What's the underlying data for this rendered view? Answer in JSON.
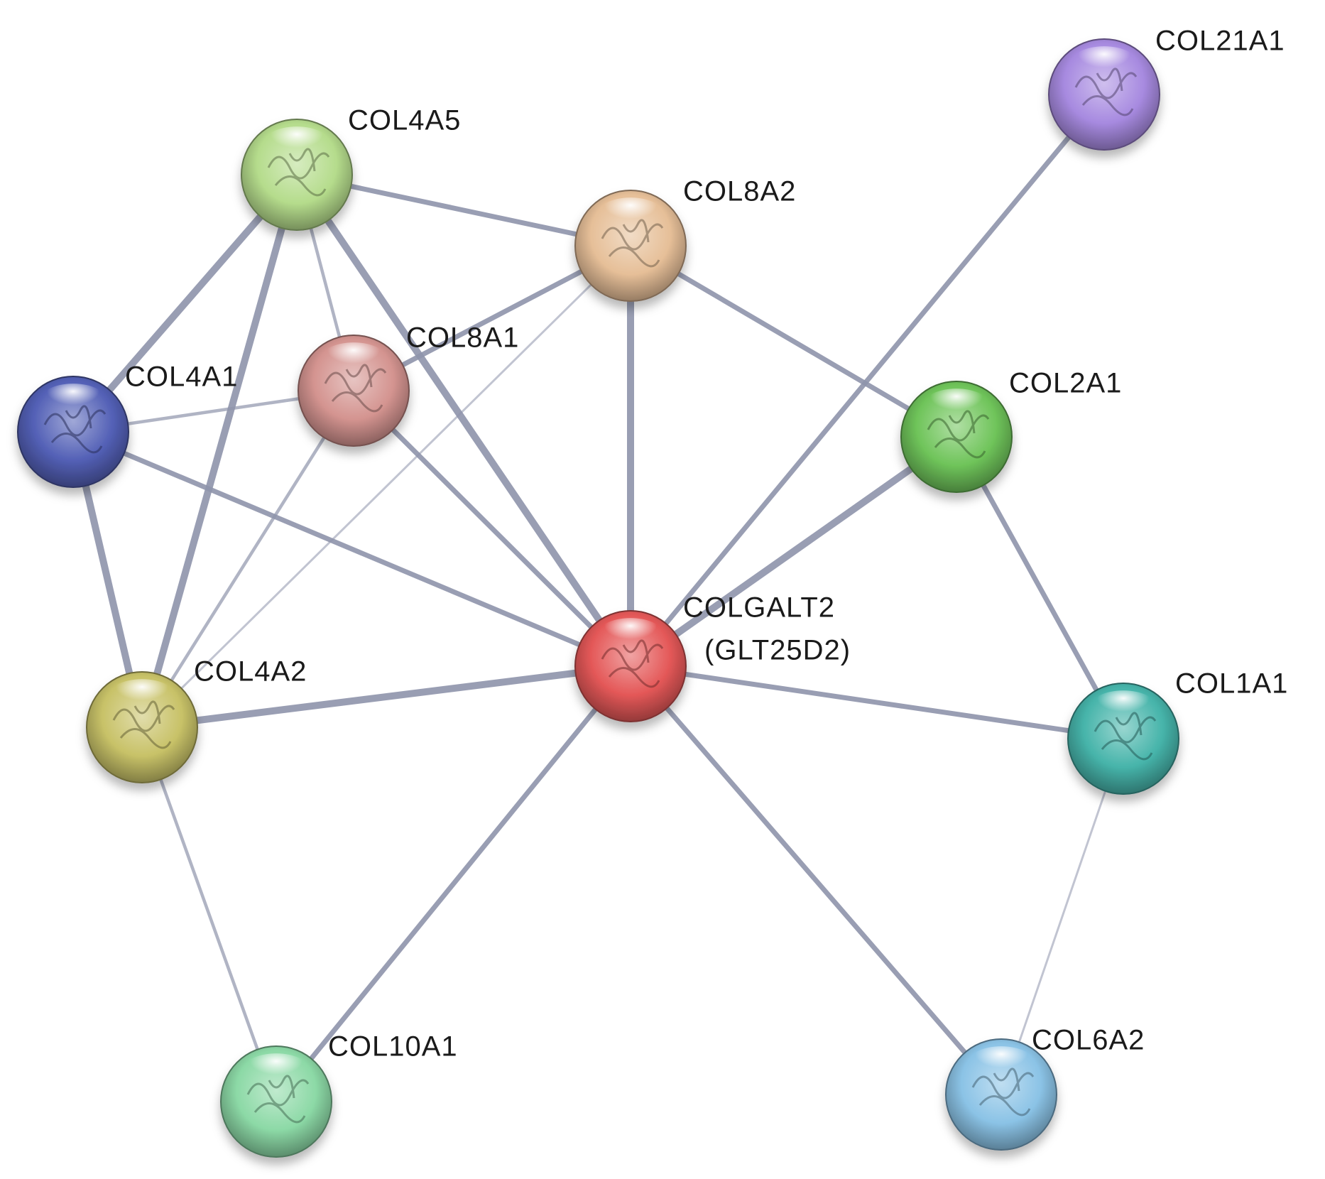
{
  "network": {
    "nodes": [
      {
        "id": "COL21A1",
        "label": "COL21A1",
        "color": "#a78ae0"
      },
      {
        "id": "COL4A5",
        "label": "COL4A5",
        "color": "#b5dc8c"
      },
      {
        "id": "COL8A2",
        "label": "COL8A2",
        "color": "#e6bf98"
      },
      {
        "id": "COL8A1",
        "label": "COL8A1",
        "color": "#d49490"
      },
      {
        "id": "COL4A1",
        "label": "COL4A1",
        "color": "#5360b6"
      },
      {
        "id": "COL2A1",
        "label": "COL2A1",
        "color": "#6fc45a"
      },
      {
        "id": "COLGALT2",
        "label": "COLGALT2",
        "label2": "(GLT25D2)",
        "color": "#e45858"
      },
      {
        "id": "COL4A2",
        "label": "COL4A2",
        "color": "#c8c268"
      },
      {
        "id": "COL1A1",
        "label": "COL1A1",
        "color": "#46b4aa"
      },
      {
        "id": "COL10A1",
        "label": "COL10A1",
        "color": "#8cd9a6"
      },
      {
        "id": "COL6A2",
        "label": "COL6A2",
        "color": "#8bc3e6"
      }
    ],
    "edges": [
      {
        "source": "COL4A5",
        "target": "COL8A2",
        "strength": "medium"
      },
      {
        "source": "COL4A5",
        "target": "COL8A1",
        "strength": "thin"
      },
      {
        "source": "COL4A5",
        "target": "COL4A1",
        "strength": "thick"
      },
      {
        "source": "COL4A5",
        "target": "COL4A2",
        "strength": "thick"
      },
      {
        "source": "COL4A5",
        "target": "COLGALT2",
        "strength": "thick"
      },
      {
        "source": "COL8A2",
        "target": "COL8A1",
        "strength": "medium"
      },
      {
        "source": "COL8A2",
        "target": "COLGALT2",
        "strength": "thick"
      },
      {
        "source": "COL8A2",
        "target": "COL2A1",
        "strength": "medium"
      },
      {
        "source": "COL8A2",
        "target": "COL4A2",
        "strength": "faint"
      },
      {
        "source": "COL8A1",
        "target": "COL4A1",
        "strength": "thin"
      },
      {
        "source": "COL8A1",
        "target": "COLGALT2",
        "strength": "medium"
      },
      {
        "source": "COL8A1",
        "target": "COL4A2",
        "strength": "thin"
      },
      {
        "source": "COL4A1",
        "target": "COL4A2",
        "strength": "thick"
      },
      {
        "source": "COL4A1",
        "target": "COLGALT2",
        "strength": "medium"
      },
      {
        "source": "COL21A1",
        "target": "COLGALT2",
        "strength": "medium"
      },
      {
        "source": "COL2A1",
        "target": "COLGALT2",
        "strength": "thick"
      },
      {
        "source": "COL2A1",
        "target": "COL1A1",
        "strength": "medium"
      },
      {
        "source": "COLGALT2",
        "target": "COL4A2",
        "strength": "thick"
      },
      {
        "source": "COLGALT2",
        "target": "COL1A1",
        "strength": "medium"
      },
      {
        "source": "COLGALT2",
        "target": "COL10A1",
        "strength": "medium"
      },
      {
        "source": "COLGALT2",
        "target": "COL6A2",
        "strength": "medium"
      },
      {
        "source": "COL4A2",
        "target": "COL10A1",
        "strength": "thin"
      },
      {
        "source": "COL1A1",
        "target": "COL6A2",
        "strength": "faint"
      }
    ]
  }
}
